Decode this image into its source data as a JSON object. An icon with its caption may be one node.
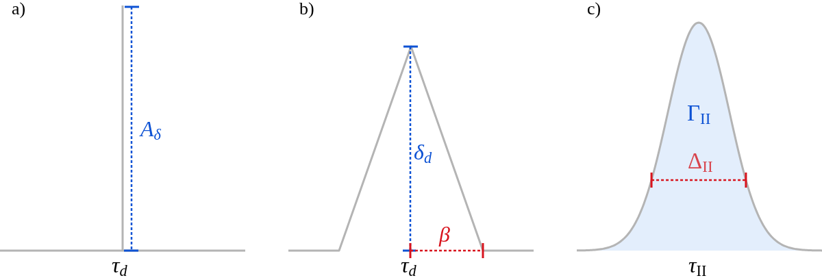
{
  "diagram": {
    "labels": [
      "a)",
      "A$_{δ}$",
      "τ$_{d}$",
      "b)",
      "δ$_{d}$",
      "β",
      "τ$_{d}$",
      "c)",
      "Γ$_{II}$",
      "Δ$_{II}$",
      "*τ*$_{II}$"
    ]
  }
}
